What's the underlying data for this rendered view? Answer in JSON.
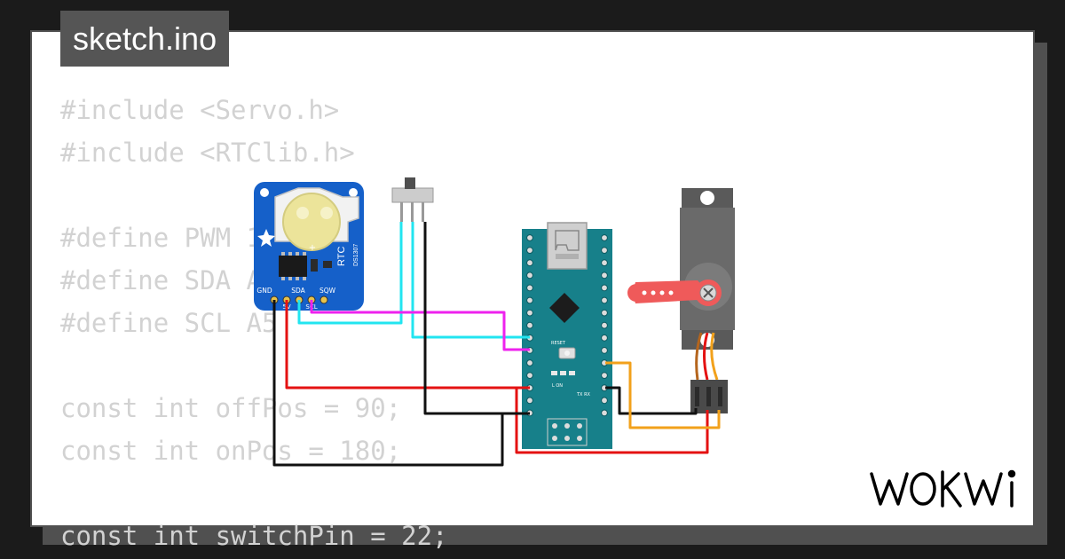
{
  "file_tab": {
    "label": "sketch.ino"
  },
  "code_lines": [
    "#include <Servo.h>",
    "#include <RTClib.h>",
    "",
    "#define PWM 10",
    "#define SDA A4",
    "#define SCL A5",
    "",
    "const int offPos = 90;",
    "const int onPos = 180;",
    "",
    "const int switchPin = 22;"
  ],
  "rtc_module": {
    "chip_label": "RTC",
    "part_label": "DS1307",
    "pins": [
      "GND",
      "5V",
      "SDA",
      "SCL",
      "SQW"
    ]
  },
  "arduino_nano": {
    "reset_label": "RESET",
    "leds_label": "L  ON",
    "txrx_label": "TX RX"
  },
  "brand": {
    "logo_text": "WOKWI"
  },
  "wire_colors": {
    "cyan": "#22e5f0",
    "magenta": "#ee22ee",
    "red": "#e41212",
    "black": "#111111",
    "orange": "#f2a11b"
  }
}
